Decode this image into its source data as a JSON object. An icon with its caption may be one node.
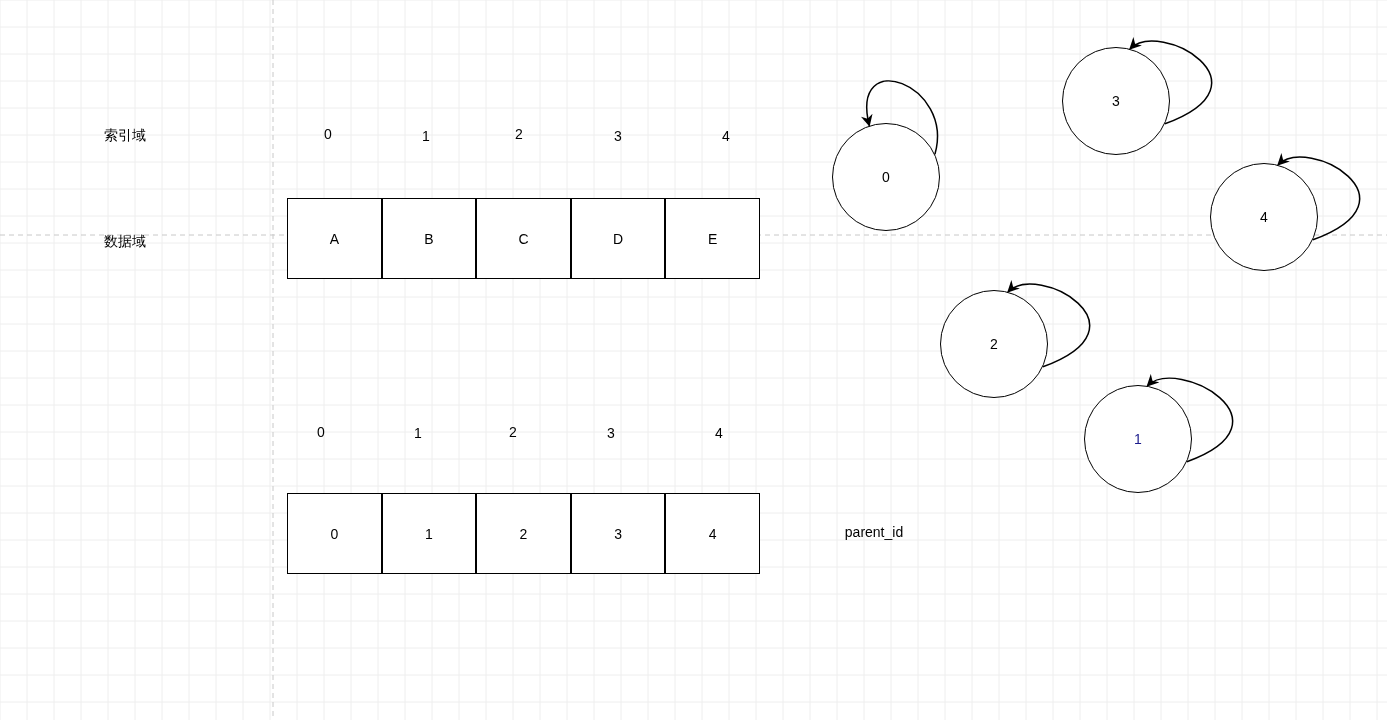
{
  "diagram": {
    "nodes": [
      {
        "text": [
          "A"
        ]
      },
      {
        "text": [
          "B"
        ]
      },
      {
        "text": [
          "C"
        ]
      },
      {
        "text": [
          "D"
        ]
      },
      {
        "text": [
          "E"
        ]
      },
      {
        "text": [
          "0"
        ]
      },
      {
        "text": [
          "1"
        ]
      },
      {
        "text": [
          "2"
        ]
      },
      {
        "text": [
          "3"
        ]
      },
      {
        "text": [
          "4"
        ]
      },
      {
        "text": [
          "0"
        ]
      },
      {
        "text": [
          "3"
        ]
      },
      {
        "text": [
          "4"
        ]
      },
      {
        "text": [
          "2"
        ]
      },
      {
        "text": [
          "1"
        ]
      }
    ],
    "edges": [
      {
        "from": 10,
        "to": 10,
        "arrow": "to"
      },
      {
        "from": 11,
        "to": 11,
        "arrow": "to"
      },
      {
        "from": 12,
        "to": 12,
        "arrow": "to"
      },
      {
        "from": 13,
        "to": 13,
        "arrow": "to"
      },
      {
        "from": 14,
        "to": 14,
        "arrow": "to"
      }
    ],
    "labels": [
      "索引域",
      "0",
      "1",
      "2",
      "3",
      "4",
      "数据域",
      "0",
      "1",
      "2",
      "3",
      "4",
      "parent_id"
    ]
  }
}
